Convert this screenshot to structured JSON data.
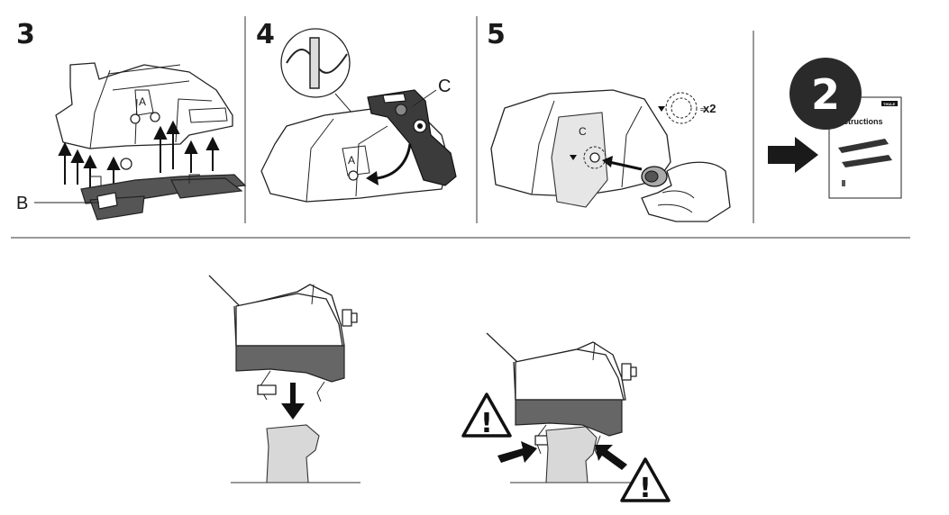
{
  "steps": [
    {
      "number": "3",
      "callouts": [
        "B"
      ]
    },
    {
      "number": "4",
      "callouts": [
        "C"
      ]
    },
    {
      "number": "5",
      "callouts": [
        "x2"
      ]
    }
  ],
  "reference": {
    "badge": "2",
    "doc_title": "Instructions",
    "brand": "THULE"
  },
  "warnings": {
    "symbol": "!"
  },
  "colors": {
    "line": "#222222",
    "dark_pad": "#555555",
    "light_rail": "#d8d8d8",
    "badge_fill": "#2a2a2a"
  }
}
